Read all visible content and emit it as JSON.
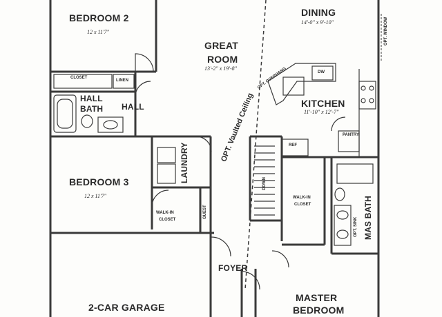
{
  "rooms": {
    "bedroom2": {
      "name": "BEDROOM 2",
      "dims": "12 x 11'7\""
    },
    "bedroom3": {
      "name": "BEDROOM 3",
      "dims": "12 x 11'7\""
    },
    "great_room": {
      "name_line1": "GREAT",
      "name_line2": "ROOM",
      "dims": "13'-2\" x 19'-8\""
    },
    "dining": {
      "name": "DINING",
      "dims": "14'-0\" x 9'-10\""
    },
    "kitchen": {
      "name": "KITCHEN",
      "dims": "11'-10\" x 12'-7\""
    },
    "hall": {
      "name": "HALL"
    },
    "hall_bath": {
      "name_line1": "HALL",
      "name_line2": "BATH"
    },
    "laundry": {
      "name": "LAUNDRY"
    },
    "walkin_closet_small": {
      "name_line1": "WALK-IN",
      "name_line2": "CLOSET"
    },
    "walkin_closet_master": {
      "name_line1": "WALK-IN",
      "name_line2": "CLOSET"
    },
    "foyer": {
      "name": "FOYER"
    },
    "garage": {
      "name": "2-CAR GARAGE"
    },
    "master_bedroom": {
      "name_line1": "MASTER",
      "name_line2": "BEDROOM"
    },
    "mas_bath": {
      "name": "MAS BATH"
    }
  },
  "annotations": {
    "closet": "CLOSET",
    "linen": "LINEN",
    "guest": "GUEST",
    "pantry": "PANTRY",
    "ref": "REF",
    "dw": "DW",
    "down": "DOWN",
    "opt_overhang": "OPT. OVERHANG",
    "opt_vaulted_ceiling": "OPT. Vaulted Ceiling",
    "opt_window": "OPT. WINDOW",
    "opt_sink": "OPT. SINK"
  },
  "colors": {
    "line": "#3a3a3a",
    "background": "#fdfdfb"
  }
}
